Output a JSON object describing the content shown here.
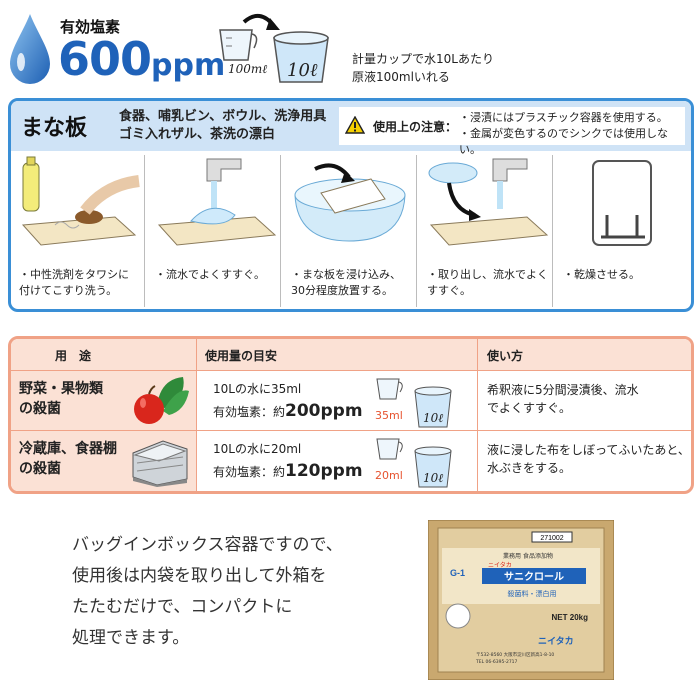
{
  "header": {
    "chlorine_label": "有効塩素",
    "chlorine_value": "600",
    "chlorine_unit": "ppm",
    "cup_small": "100mℓ",
    "cup_big": "10ℓ",
    "dilution_line1": "計量カップで水10Lあたり",
    "dilution_line2": "原液100mlいれる"
  },
  "board": {
    "title": "まな板",
    "items_line1": "食器、哺乳ビン、ボウル、洗浄用具",
    "items_line2": "ゴミ入れザル、茶洗の漂白",
    "caution_label": "使用上の注意：",
    "caution_line1": "・浸漬にはプラスチック容器を使用する。",
    "caution_line2": "・金属が変色するのでシンクでは使用しない。",
    "steps": [
      {
        "line1": "・中性洗剤をタワシに",
        "line2": "付けてこすり洗う。"
      },
      {
        "line1": "・流水でよくすすぐ。",
        "line2": ""
      },
      {
        "line1": "・まな板を浸け込み、",
        "line2": "30分程度放置する。"
      },
      {
        "line1": "・取り出し、流水でよく",
        "line2": "すすぐ。"
      },
      {
        "line1": "・乾燥させる。",
        "line2": ""
      }
    ]
  },
  "usage": {
    "headers": {
      "use": "用　途",
      "amount": "使用量の目安",
      "method": "使い方"
    },
    "rows": [
      {
        "label_line1": "野菜・果物類",
        "label_line2": "の殺菌",
        "amount": "10Lの水に35ml",
        "chlorine_prefix": "有効塩素：約",
        "chlorine_value": "200ppm",
        "cup_small": "35ml",
        "cup_big": "10ℓ",
        "method_line1": "希釈液に5分間浸漬後、流水",
        "method_line2": "でよくすすぐ。"
      },
      {
        "label_line1": "冷蔵庫、食器棚",
        "label_line2": "の殺菌",
        "amount": "10Lの水に20ml",
        "chlorine_prefix": "有効塩素：約",
        "chlorine_value": "120ppm",
        "cup_small": "20ml",
        "cup_big": "10ℓ",
        "method_line1": "液に浸した布をしぼってふいたあと、",
        "method_line2": "水ぶきをする。"
      }
    ]
  },
  "bottom": {
    "line1": "バッグインボックス容器ですので、",
    "line2": "使用後は内袋を取り出して外箱を",
    "line3": "たたむだけで、コンパクトに",
    "line4": "処理できます。"
  },
  "product": {
    "code": "271002",
    "category": "業務用 食品添加物",
    "series": "G-1",
    "brand_small": "ニイタカ",
    "name": "サニクロール",
    "type": "殺菌料・漂白用",
    "net": "NET 20kg",
    "maker": "ニイタカ",
    "address": "〒532-8560 大阪市淀川区新高1-8-10",
    "tel": "TEL 06-6395-2717"
  },
  "colors": {
    "accent_blue": "#1f62b9",
    "panel_blue": "#3a8fd6",
    "panel_orange": "#f0a286",
    "orange_fill": "#fbe1d5"
  }
}
